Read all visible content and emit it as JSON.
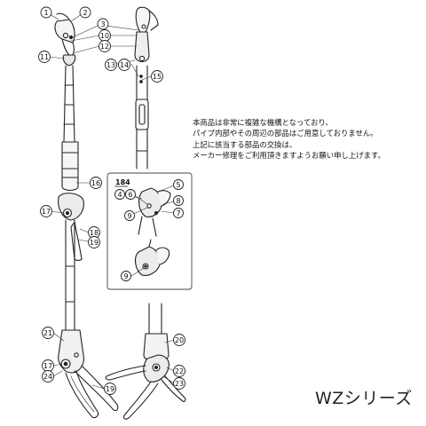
{
  "note": {
    "lines": [
      "本商品は非常に複雑な機構となっており、",
      "パイプ内部やその周辺の部品はご用意しておりません。",
      "上記に該当する部品の交換は、",
      "メーカー修理をご利用頂きますようお願い申し上げます。"
    ]
  },
  "series_label": "WZシリーズ",
  "inset": {
    "label": "184"
  },
  "callouts": [
    "1",
    "2",
    "3",
    "10",
    "12",
    "11",
    "13",
    "14",
    "15",
    "16",
    "17",
    "18",
    "19",
    "4",
    "6",
    "5",
    "8",
    "7",
    "9",
    "9",
    "21",
    "20",
    "17",
    "24",
    "19",
    "22",
    "23"
  ]
}
